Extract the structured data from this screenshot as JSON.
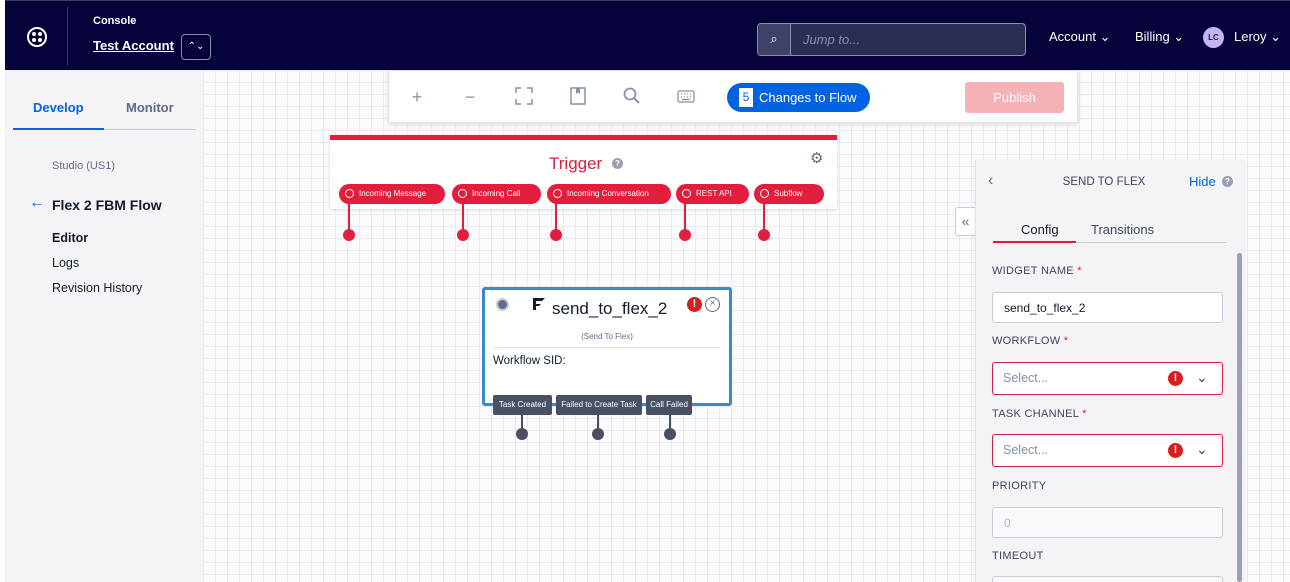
{
  "topnav": {
    "console_label": "Console",
    "account_name": "Test Account",
    "account_switch_icon": "chevron-up-down-icon",
    "search_placeholder": "Jump to...",
    "account_menu": "Account ⌄",
    "billing_menu": "Billing ⌄",
    "user_initials": "LC",
    "user_name": "Leroy ⌄"
  },
  "sidebar": {
    "tabs": [
      "Develop",
      "Monitor"
    ],
    "studio_label": "Studio (US1)",
    "flow_title": "Flex 2 FBM Flow",
    "items": [
      "Editor",
      "Logs",
      "Revision History"
    ]
  },
  "toolbar": {
    "changes_count": "5",
    "changes_label": "Changes to Flow",
    "publish_label": "Publish"
  },
  "trigger": {
    "title": "Trigger",
    "pills": [
      "Incoming Message",
      "Incoming Call",
      "Incoming Conversation",
      "REST API",
      "Subflow"
    ]
  },
  "widget": {
    "name": "send_to_flex_2",
    "type_label": "(Send To Flex)",
    "field_label": "Workflow SID:",
    "transitions": [
      "Task Created",
      "Failed to Create Task",
      "Call Failed"
    ]
  },
  "panel": {
    "title": "SEND TO FLEX",
    "hide_label": "Hide",
    "tabs": [
      "Config",
      "Transitions"
    ],
    "widget_name_label": "WIDGET NAME",
    "widget_name_value": "send_to_flex_2",
    "workflow_label": "WORKFLOW",
    "workflow_placeholder": "Select...",
    "task_channel_label": "TASK CHANNEL",
    "task_channel_placeholder": "Select...",
    "priority_label": "PRIORITY",
    "priority_placeholder": "0",
    "timeout_label": "TIMEOUT",
    "required_mark": "*"
  },
  "colors": {
    "nav_bg": "#06033a",
    "accent_blue": "#0263e0",
    "trigger_red": "#e31e3c",
    "widget_border": "#3a8ac8",
    "error_red": "#d61f1f"
  }
}
